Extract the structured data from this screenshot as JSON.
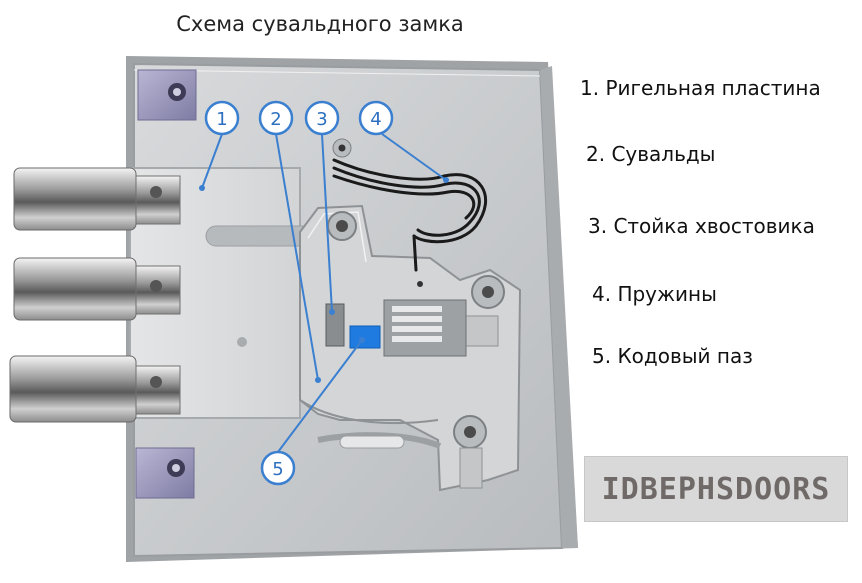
{
  "title": "Схема сувальдного замка",
  "markers": [
    {
      "num": "1",
      "color": "#3a7fd0"
    },
    {
      "num": "2",
      "color": "#3a7fd0"
    },
    {
      "num": "3",
      "color": "#3a7fd0"
    },
    {
      "num": "4",
      "color": "#3a7fd0"
    },
    {
      "num": "5",
      "color": "#3a7fd0"
    }
  ],
  "legend": [
    "1. Ригельная пластина",
    "2. Сувальды",
    "3. Стойка хвостовика",
    "4. Пружины",
    "5. Кодовый паз"
  ],
  "watermark": "IDBEPHSDOORS",
  "colors": {
    "accent": "#3a7fd0",
    "code_slot": "#1f7be0",
    "case_metal": "#c9cccf",
    "plate_metal": "#d6d8da"
  }
}
